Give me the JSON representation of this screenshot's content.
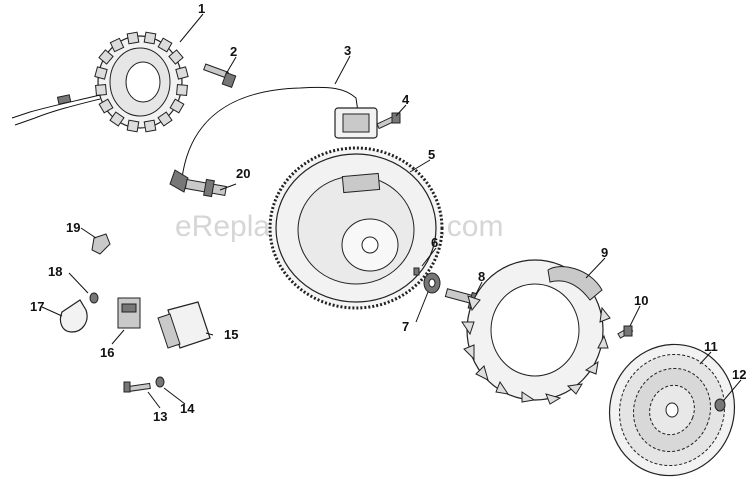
{
  "watermark": "eReplacementParts.com",
  "labels": {
    "p1": "1",
    "p2": "2",
    "p3": "3",
    "p4": "4",
    "p5": "5",
    "p6": "6",
    "p7": "7",
    "p8": "8",
    "p9": "9",
    "p10": "10",
    "p11": "11",
    "p12": "12",
    "p13": "13",
    "p14": "14",
    "p15": "15",
    "p16": "16",
    "p17": "17",
    "p18": "18",
    "p19": "19",
    "p20": "20"
  }
}
